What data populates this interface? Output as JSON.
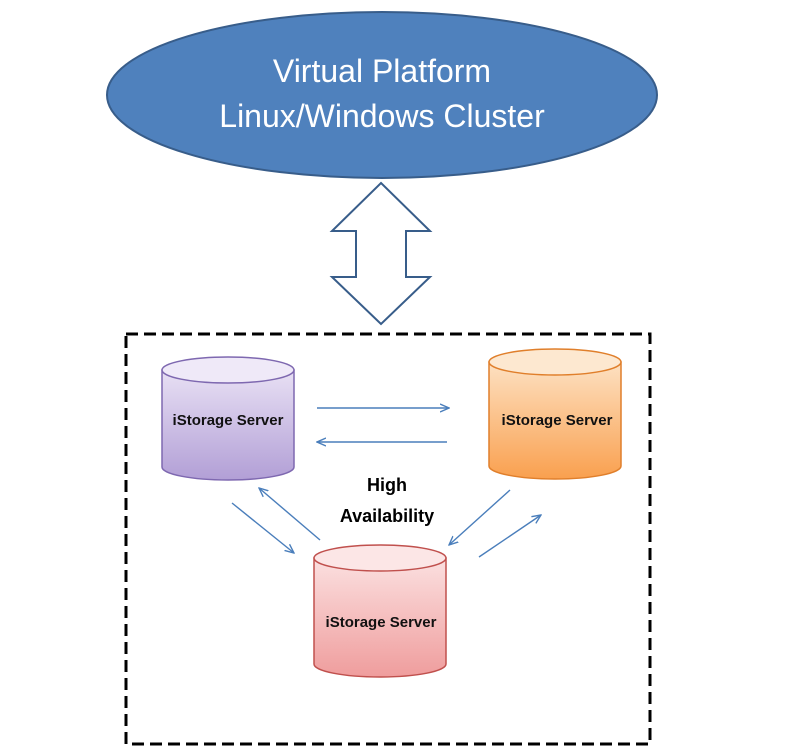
{
  "platform": {
    "line1": "Virtual Platform",
    "line2": "Linux/Windows Cluster",
    "fill_color": "#4f81bd",
    "stroke_color": "#385d8a"
  },
  "connector": {
    "icon": "double-arrow-vertical-icon"
  },
  "cluster": {
    "border_style": "dashed",
    "ha_line1": "High",
    "ha_line2": "Availability"
  },
  "servers": [
    {
      "id": "purple",
      "label": "iStorage Server",
      "light": "#e8e0f4",
      "dark": "#b29fd6",
      "stroke": "#7e68b0"
    },
    {
      "id": "orange",
      "label": "iStorage Server",
      "light": "#fde1c2",
      "dark": "#f9a04f",
      "stroke": "#e07f2b"
    },
    {
      "id": "red",
      "label": "iStorage Server",
      "light": "#fbe0e0",
      "dark": "#ef9d9d",
      "stroke": "#c0504d"
    }
  ],
  "link_color": "#4a7ebb"
}
